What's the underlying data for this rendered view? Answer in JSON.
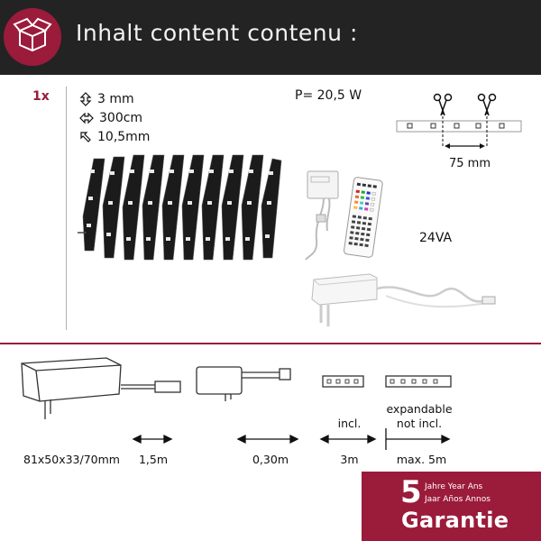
{
  "header": {
    "title": "Inhalt  content  contenu :",
    "icon": "open-box-icon",
    "background": "#232323",
    "accent": "#9b1b3a"
  },
  "contents": {
    "quantity": "1x",
    "specs": [
      {
        "icon": "height-arrow-icon",
        "text": "3 mm"
      },
      {
        "icon": "length-arrow-icon",
        "text": "300cm"
      },
      {
        "icon": "width-arrow-icon",
        "text": "10,5mm"
      }
    ],
    "power": "P= 20,5 W",
    "cut_distance": "75 mm",
    "voltage": "24VA"
  },
  "bottom": {
    "psu_dimensions": "81x50x33/70mm",
    "cable1_length": "1,5m",
    "cable2_length": "0,30m",
    "strip_length": "3m",
    "strip_note": "incl.",
    "extension_note_1": "expandable",
    "extension_note_2": "not incl.",
    "extension_length": "max. 5m"
  },
  "warranty": {
    "years": "5",
    "line1": "Jahre Year Ans",
    "line2": "Jaar Años Annos",
    "label": "Garantie"
  }
}
